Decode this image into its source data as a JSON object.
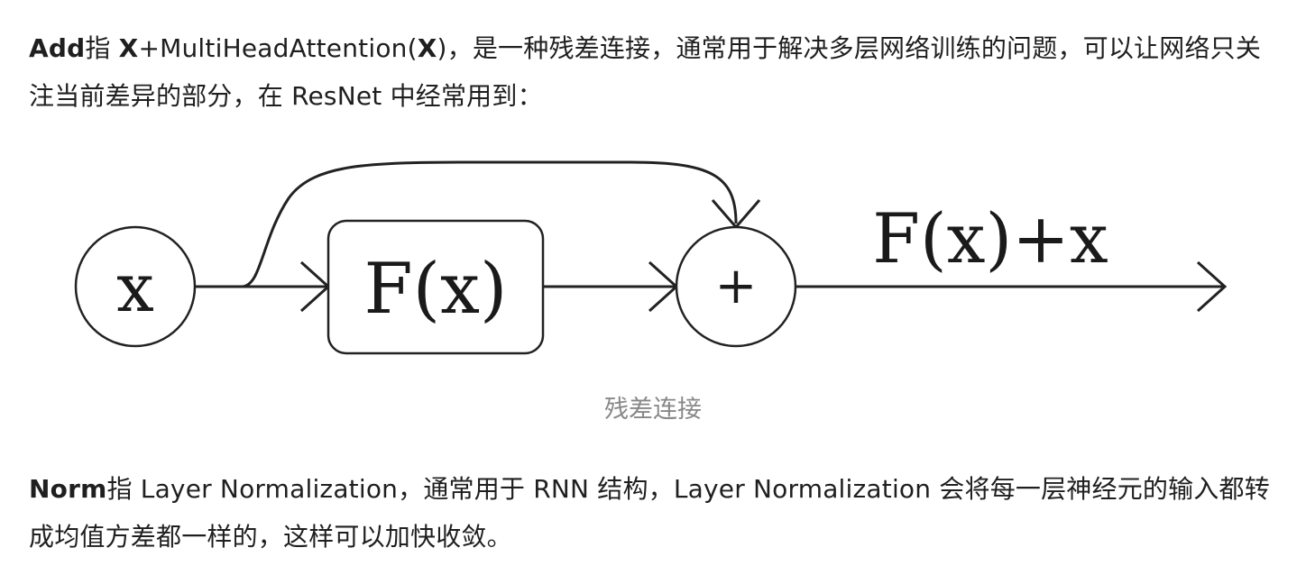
{
  "paragraph1": {
    "term": "Add",
    "text_a": "指 ",
    "formula_x1": "X",
    "formula_mid": "+MultiHeadAttention(",
    "formula_x2": "X",
    "text_b": ")，是一种残差连接，通常用于解决多层网络训练的问题，可以让网络只关注当前差异的部分，在 ResNet 中经常用到："
  },
  "figure": {
    "input_label": "x",
    "block_label": "F(x)",
    "sum_symbol": "+",
    "output_label": "F(x)+x",
    "caption": "残差连接"
  },
  "paragraph2": {
    "term": "Norm",
    "text": "指 Layer Normalization，通常用于 RNN 结构，Layer Normalization 会将每一层神经元的输入都转成均值方差都一样的，这样可以加快收敛。"
  }
}
